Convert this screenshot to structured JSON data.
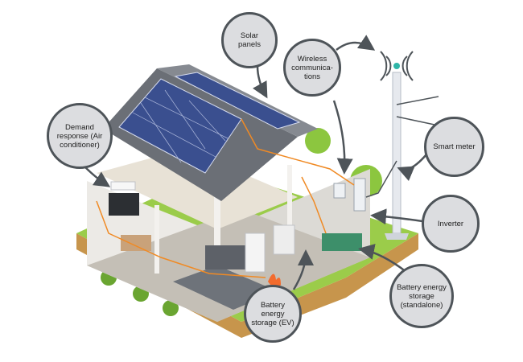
{
  "callouts": {
    "solar_panels": "Solar panels",
    "wireless": "Wireless communica-tions",
    "demand_response": "Demand response (Air conditioner)",
    "smart_meter": "Smart meter",
    "inverter": "Inverter",
    "battery_ev": "Battery energy storage (EV)",
    "battery_standalone": "Battery energy storage (standalone)"
  },
  "colors": {
    "callout_fill": "#dcdde0",
    "callout_border": "#4e5459",
    "wire": "#f08a24",
    "grass": "#9bcc4a",
    "soil": "#c7954c",
    "roof": "#6b6f76",
    "solar": "#3a4f8f"
  }
}
